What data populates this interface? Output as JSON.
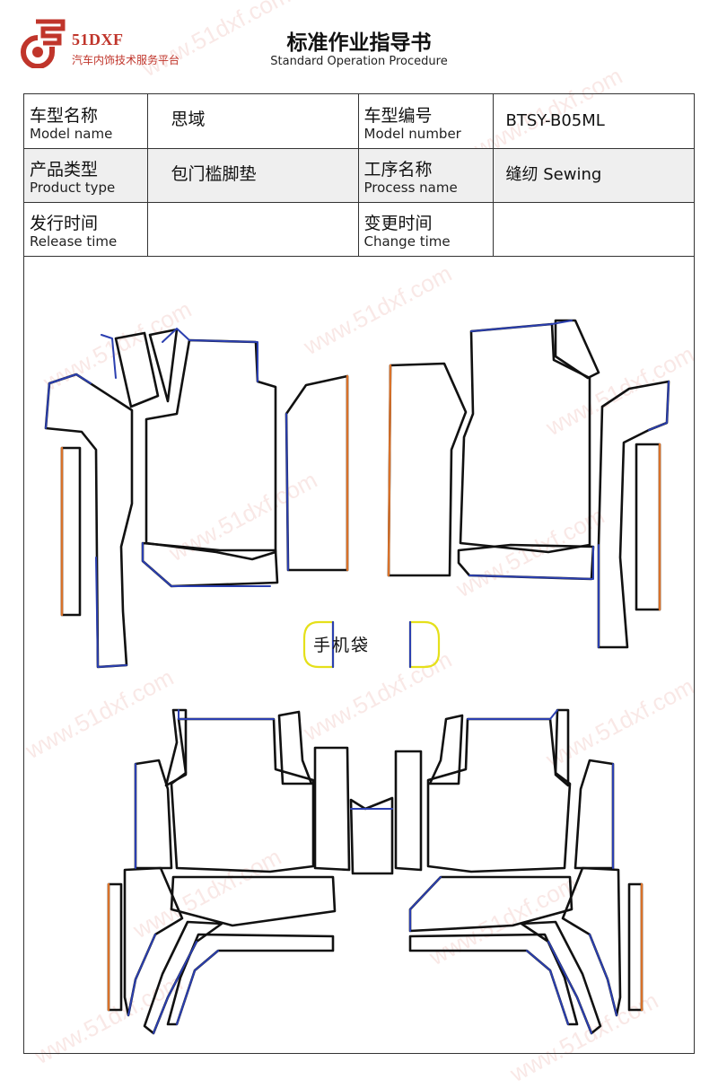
{
  "brand": {
    "name": "51DXF",
    "subtitle": "汽车内饰技术服务平台"
  },
  "document": {
    "title": "标准作业指导书",
    "subtitle": "Standard Operation Procedure"
  },
  "info_table": {
    "model_name_cn": "车型名称",
    "model_name_en": "Model name",
    "model_name_value": "思域",
    "model_number_cn": "车型编号",
    "model_number_en": "Model number",
    "model_number_value": "BTSY-B05ML",
    "product_type_cn": "产品类型",
    "product_type_en": "Product type",
    "product_type_value": "包门槛脚垫",
    "process_name_cn": "工序名称",
    "process_name_en": "Process name",
    "process_name_value": "缝纫 Sewing",
    "release_time_cn": "发行时间",
    "release_time_en": "Release time",
    "release_time_value": "",
    "change_time_cn": "变更时间",
    "change_time_en": "Change time",
    "change_time_value": ""
  },
  "drawing": {
    "phone_pocket_label": "手机袋"
  },
  "watermark": {
    "text": "www.51dxf.com"
  },
  "colors": {
    "brand": "#c0352b",
    "outline": "#111111",
    "edge_blue": "#2b3fb0",
    "edge_orange": "#d9722a",
    "edge_yellow": "#e5e01a"
  }
}
